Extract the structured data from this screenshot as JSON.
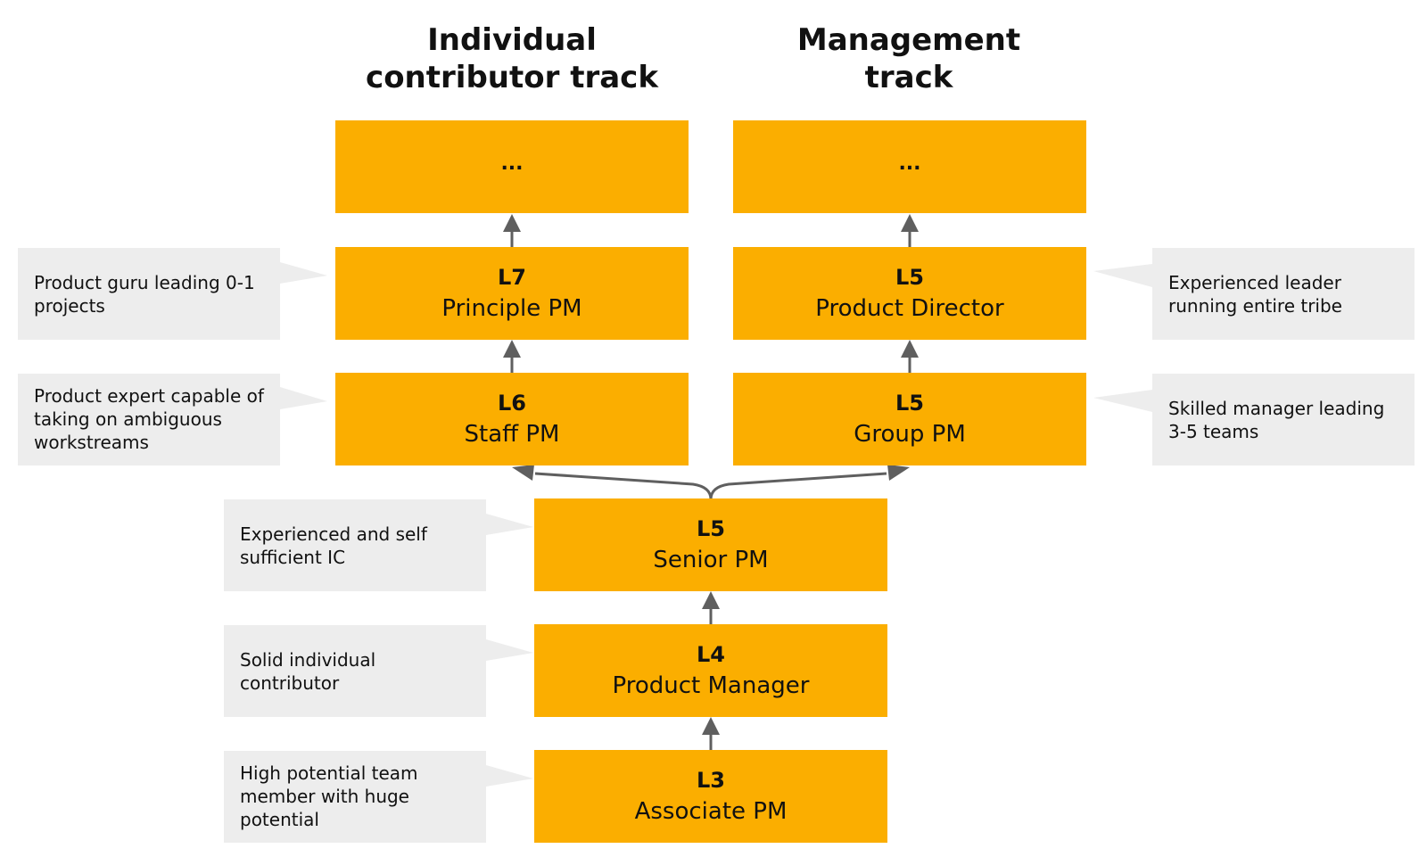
{
  "colors": {
    "box_fill": "#FBAE00",
    "callout_fill": "#EDEDED",
    "arrow": "#5F5F5F",
    "text": "#111111"
  },
  "tracks": {
    "ic_title": "Individual\ncontributor track",
    "mgmt_title": "Management\ntrack"
  },
  "boxes": {
    "ic_top": {
      "text": "..."
    },
    "mgmt_top": {
      "text": "..."
    },
    "l7": {
      "level": "L7",
      "role": "Principle PM"
    },
    "director": {
      "level": "L5",
      "role": "Product Director"
    },
    "l6": {
      "level": "L6",
      "role": "Staff PM"
    },
    "group": {
      "level": "L5",
      "role": "Group PM"
    },
    "senior": {
      "level": "L5",
      "role": "Senior PM"
    },
    "pm": {
      "level": "L4",
      "role": "Product Manager"
    },
    "apm": {
      "level": "L3",
      "role": "Associate PM"
    }
  },
  "callouts": {
    "l7": "Product guru leading 0-1 projects",
    "l6": "Product expert capable of taking on ambiguous workstreams",
    "director": "Experienced leader running entire tribe",
    "group": "Skilled manager leading 3-5 teams",
    "senior": "Experienced and self sufficient IC",
    "pm": "Solid individual contributor",
    "apm": "High potential team member with huge potential"
  }
}
